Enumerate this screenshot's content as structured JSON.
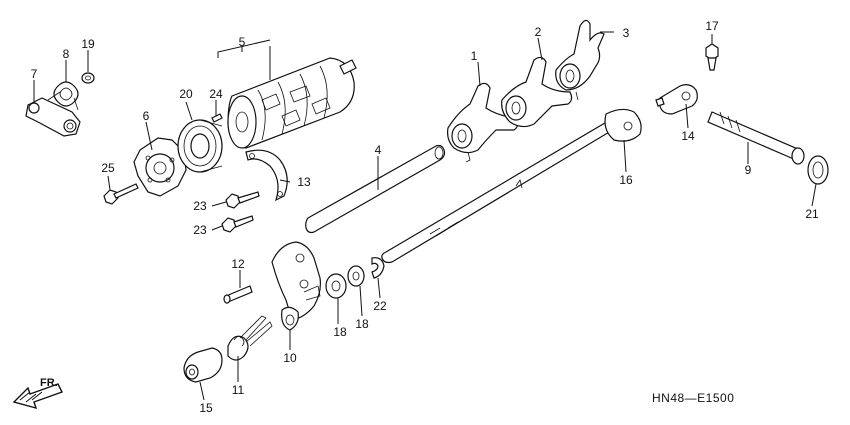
{
  "diagram": {
    "figure_code": "HN48—E1500",
    "direction_label": "FR.",
    "callouts": {
      "p1": "1",
      "p2": "2",
      "p3": "3",
      "p4": "4",
      "p5": "5",
      "p6": "6",
      "p7": "7",
      "p8": "8",
      "p9": "9",
      "p10": "10",
      "p11": "11",
      "p12": "12",
      "p13": "13",
      "p14": "14",
      "p15": "15",
      "p16": "16",
      "p17": "17",
      "p18a": "18",
      "p18b": "18",
      "p19": "19",
      "p20": "20",
      "p21": "21",
      "p22": "22",
      "p23a": "23",
      "p23b": "23",
      "p24": "24",
      "p25": "25"
    }
  }
}
